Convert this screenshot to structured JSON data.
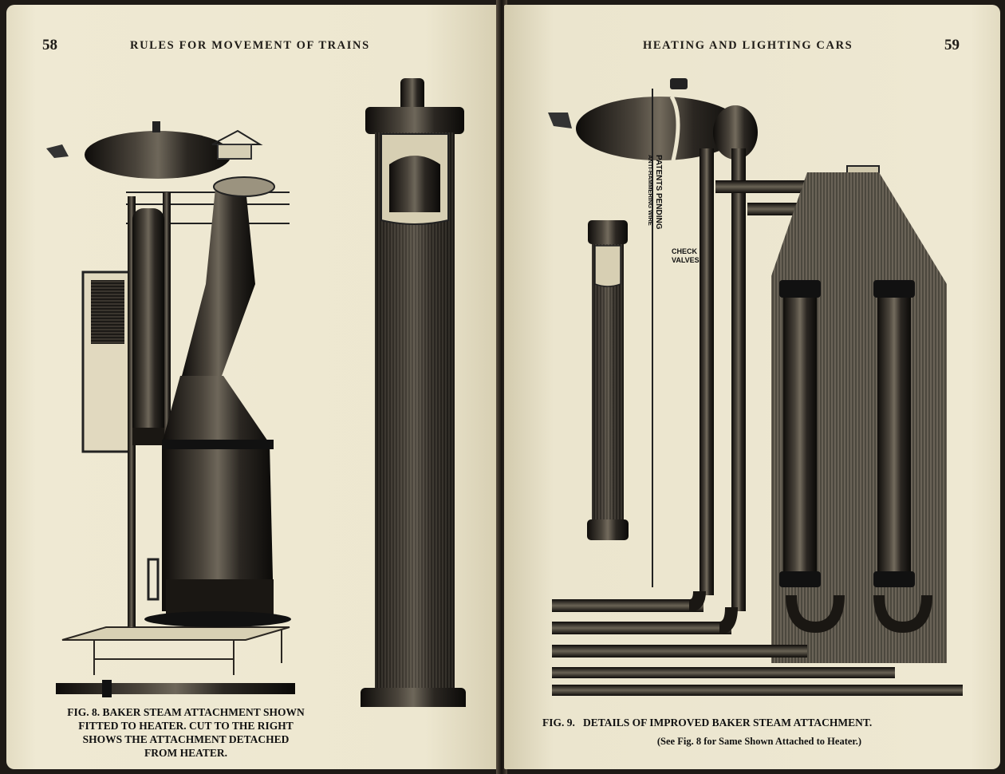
{
  "left_page": {
    "page_number": "58",
    "running_head": "RULES FOR MOVEMENT OF TRAINS",
    "figure": {
      "caption_lines": [
        "FIG. 8. BAKER STEAM ATTACHMENT SHOWN",
        "FITTED TO HEATER. CUT TO THE RIGHT",
        "SHOWS THE ATTACHMENT DETACHED",
        "FROM HEATER."
      ]
    }
  },
  "right_page": {
    "page_number": "59",
    "running_head": "HEATING AND LIGHTING CARS",
    "figure": {
      "labels": {
        "check_valves": [
          "CHECK",
          "VALVES"
        ],
        "wire_label": [
          "ANTI-HAMMERING WIRE",
          "PATENTS PENDING"
        ]
      },
      "caption": "FIG. 9.   DETAILS OF IMPROVED BAKER STEAM ATTACHMENT.",
      "subcaption": "(See Fig. 8 for Same Shown Attached to Heater.)"
    }
  },
  "colors": {
    "paper": "#ede7d0",
    "ink": "#1e1b17",
    "engraving_dark": "#1b1916"
  }
}
